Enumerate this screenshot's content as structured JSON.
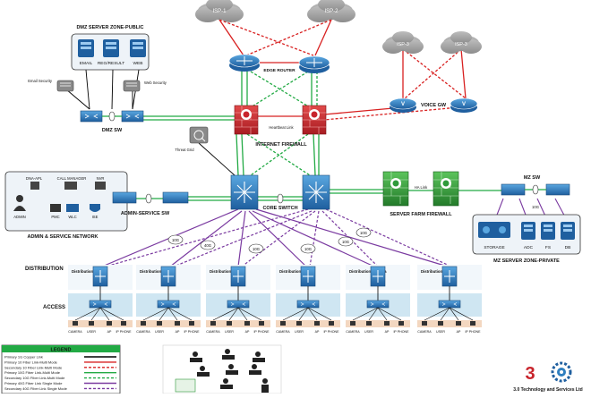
{
  "clouds": {
    "isp1": "ISP-1",
    "isp2": "ISP-2",
    "isp3a": "ISP-3",
    "isp3b": "ISP-3"
  },
  "labels": {
    "edge_router": "EDGE ROUTER",
    "voice_gw": "VOICE GW",
    "dmz_public": "DMZ SERVER ZONE-PUBLIC",
    "email": "EMAIL",
    "reg_result": "REG/RESULT",
    "web": "WEB",
    "email_security": "Email Security",
    "web_security": "Web Security",
    "dmz_sw": "DMZ SW",
    "threat_grid": "Threat Grid",
    "heartbeat": "Heartbeat Link",
    "internet_firewall": "INTERNET FIREWALL",
    "core_switch": "CORE SWITCH",
    "server_farm_firewall": "SERVER FARM FIREWALL",
    "ha_link": "HA Link",
    "mz_sw": "MZ SW",
    "mz_private": "MZ SERVER ZONE-PRIVATE",
    "storage": "STORAGE",
    "adc": "ADC",
    "fs": "FS",
    "db": "DB",
    "dna_apl": "DNA-APL",
    "call_manager": "CALL MANAGER",
    "nvr": "NVR",
    "admin": "ADMIN",
    "pmc": "PMC",
    "wlc": "WLC",
    "ise": "ISE",
    "admin_service_sw": "ADMIN-SERVICE SW",
    "admin_service_network": "ADMIN & SERVICE NETWORK",
    "distribution": "DISTRIBUTION",
    "access": "ACCESS",
    "link_10g": "10G",
    "link_40g": "40G",
    "company": "3.0 Technology and Services Ltd"
  },
  "distribution": [
    {
      "name": "Distribution Sw-1"
    },
    {
      "name": "Distribution Sw-2"
    },
    {
      "name": "Distribution Sw-3"
    },
    {
      "name": "Distribution Sw-4"
    },
    {
      "name": "Distribution Sw-5-6a"
    },
    {
      "name": "Distribution Sw-10"
    }
  ],
  "access_devices": [
    "CAMERA",
    "USER",
    "AP",
    "IP PHONE"
  ],
  "legend": {
    "title": "LEGEND",
    "items": [
      {
        "label": "Primary 1G Copper Link",
        "color": "#000000",
        "style": "solid"
      },
      {
        "label": "Primary 10 Fiber Link-Multi Mode",
        "color": "#d82020",
        "style": "solid"
      },
      {
        "label": "Secondary 10 Fiber Link-Multi Mode",
        "color": "#d82020",
        "style": "dashed"
      },
      {
        "label": "Primary 10G Fiber Link-Multi Mode",
        "color": "#22aa44",
        "style": "solid"
      },
      {
        "label": "Secondary 10G Fiber Link-Multi Mode",
        "color": "#22aa44",
        "style": "dashed"
      },
      {
        "label": "Primary 40G Fiber Link Single Mode",
        "color": "#7a3aa0",
        "style": "solid"
      },
      {
        "label": "Secondary 40G Fiber Link Single Mode",
        "color": "#7a3aa0",
        "style": "dashed"
      }
    ]
  },
  "colors": {
    "red": "#d82020",
    "green": "#22aa44",
    "purple": "#7a3aa0",
    "device_blue": "#2f7fc0",
    "firewall_red": "#c8242c",
    "firewall_green": "#2f9a3a",
    "access_band": "#cfe6f2"
  }
}
